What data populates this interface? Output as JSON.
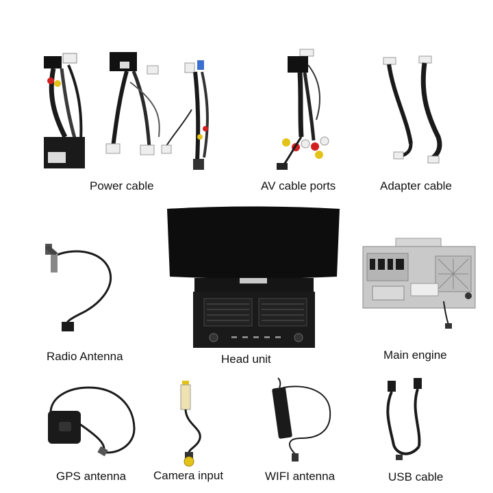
{
  "labels": {
    "power_cable": "Power cable",
    "av_cable_ports": "AV cable ports",
    "adapter_cable": "Adapter cable",
    "radio_antenna": "Radio Antenna",
    "head_unit": "Head unit",
    "main_engine": "Main engine",
    "gps_antenna": "GPS antenna",
    "camera_input": "Camera input",
    "wifi_antenna": "WIFI antenna",
    "usb_cable": "USB cable"
  },
  "colors": {
    "background": "#ffffff",
    "cable_black": "#1a1a1a",
    "connector_white": "#e8e8e8",
    "rca_red": "#d21f1f",
    "rca_yellow": "#e3c21a",
    "connector_blue": "#3b6fd1",
    "unit_black": "#0d0d0d",
    "engine_silver": "#c9c9c9"
  }
}
